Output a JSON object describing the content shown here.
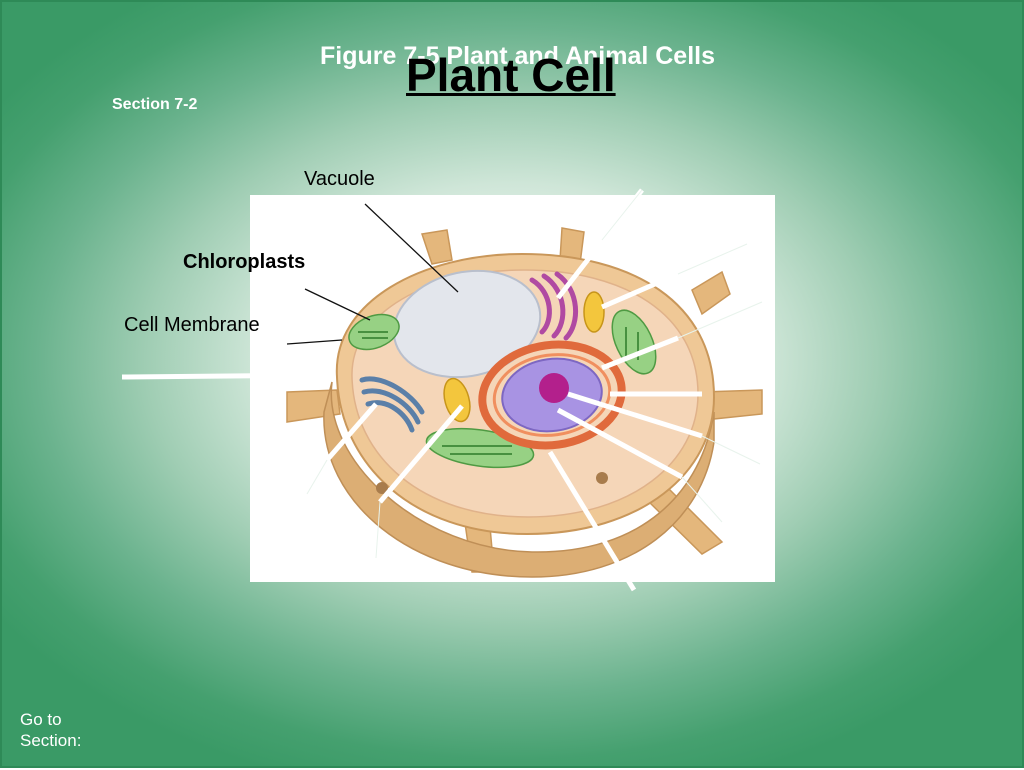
{
  "header": {
    "figure_title": "Figure 7-5 Plant and Animal Cells",
    "section": "Section 7-2",
    "slide_heading": "Plant Cell"
  },
  "labels": {
    "vacuole": "Vacuole",
    "chloroplasts": "Chloroplasts",
    "cell_membrane": "Cell Membrane"
  },
  "footer": {
    "go_to_section": "Go to Section:"
  },
  "colors": {
    "background_green": "#3a9a66",
    "cell_wall": "#e8c08a",
    "cytoplasm": "#f4d4b4",
    "vacuole": "#dfe3ea",
    "chloroplast": "#8fcf7a",
    "golgi": "#b24aa6",
    "mitochondria": "#f2c23a",
    "nucleus": "#a58fe0",
    "nucleolus": "#b21a8a",
    "er": "#e0643a",
    "label_line_white": "#ffffff"
  },
  "icons": [
    "plant-cell-illustration"
  ]
}
